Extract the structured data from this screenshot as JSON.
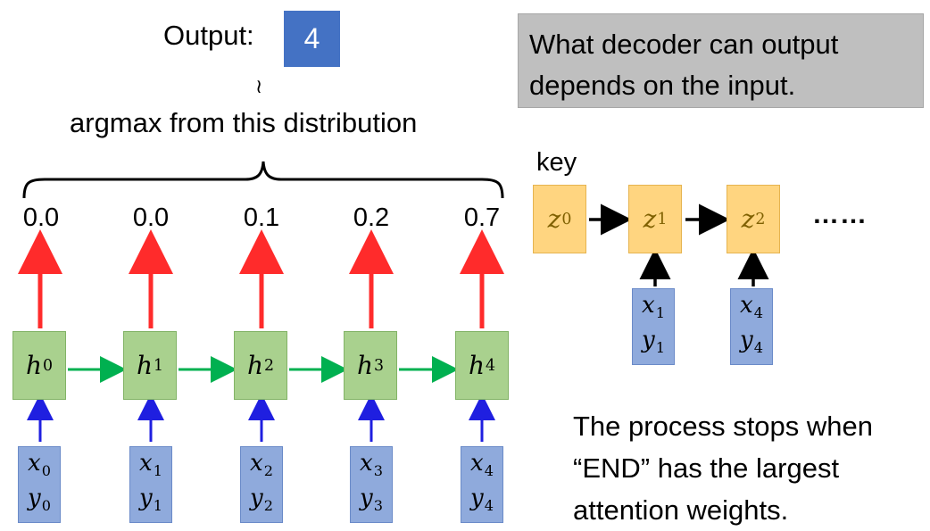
{
  "output": {
    "label": "Output:",
    "value": "4"
  },
  "tilde": "≀",
  "argmax_label": "argmax from this distribution",
  "note": {
    "line1": "What decoder can output",
    "line2": "depends on the input."
  },
  "key_label": "key",
  "probabilities": [
    "0.0",
    "0.0",
    "0.1",
    "0.2",
    "0.7"
  ],
  "hidden_states": [
    {
      "base": "h",
      "sup": "0"
    },
    {
      "base": "h",
      "sup": "1"
    },
    {
      "base": "h",
      "sup": "2"
    },
    {
      "base": "h",
      "sup": "3"
    },
    {
      "base": "h",
      "sup": "4"
    }
  ],
  "inputs": [
    {
      "x": "x",
      "x_sub": "0",
      "y": "y",
      "y_sub": "0"
    },
    {
      "x": "x",
      "x_sub": "1",
      "y": "y",
      "y_sub": "1"
    },
    {
      "x": "x",
      "x_sub": "2",
      "y": "y",
      "y_sub": "2"
    },
    {
      "x": "x",
      "x_sub": "3",
      "y": "y",
      "y_sub": "3"
    },
    {
      "x": "x",
      "x_sub": "4",
      "y": "y",
      "y_sub": "4"
    }
  ],
  "decoder_states": [
    {
      "base": "z",
      "sup": "0"
    },
    {
      "base": "z",
      "sup": "1"
    },
    {
      "base": "z",
      "sup": "2"
    }
  ],
  "decoder_inputs": [
    {
      "x": "x",
      "x_sub": "1",
      "y": "y",
      "y_sub": "1"
    },
    {
      "x": "x",
      "x_sub": "4",
      "y": "y",
      "y_sub": "4"
    }
  ],
  "ellipsis": "……",
  "process_note": {
    "line1": "The process stops when",
    "line2": "“END” has the largest",
    "line3": "attention weights."
  },
  "colors": {
    "output_box": "#4472c4",
    "hidden_box": "#a9d18e",
    "input_box": "#8faadc",
    "decoder_box": "#ffd580",
    "note_box": "#bfbfbf",
    "red_arrow": "#ff2b2b",
    "blue_arrow": "#1f1fe0",
    "green_arrow": "#00b050"
  }
}
